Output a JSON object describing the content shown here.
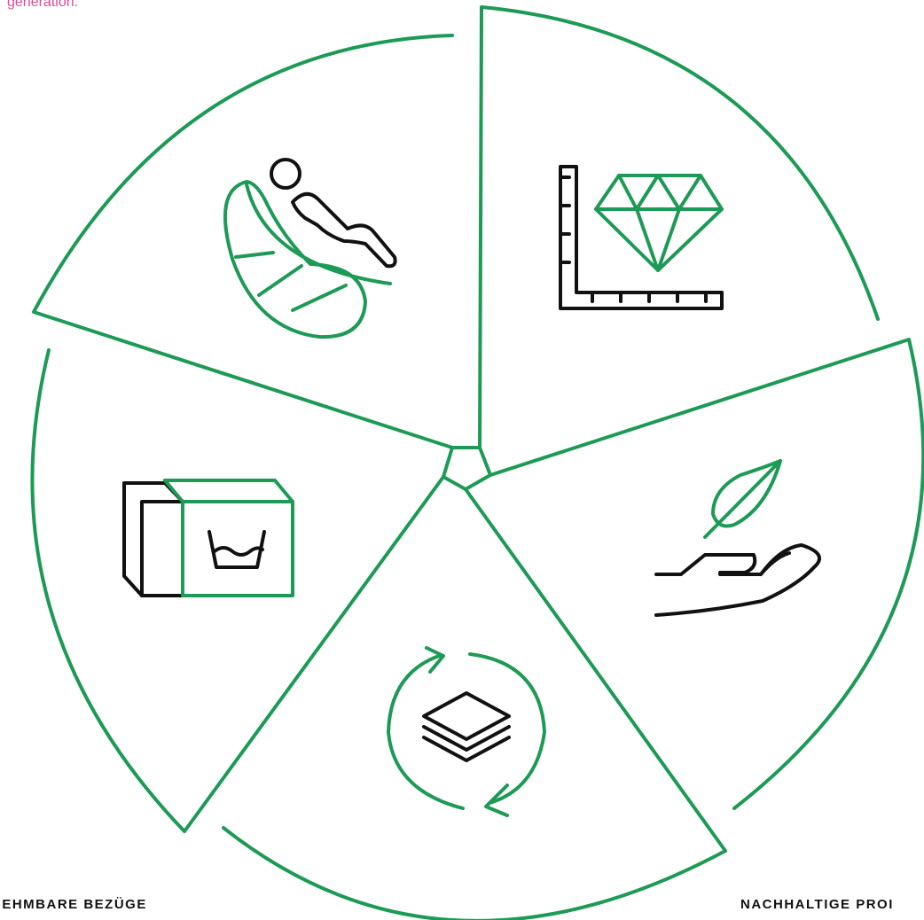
{
  "header": {
    "fragment_text": "generation."
  },
  "labels": {
    "bottom_left": "NEHMBARE BEZÜGE",
    "bottom_right": "NACHHALTIGE PROI"
  },
  "colors": {
    "accent_green": "#1d9a55",
    "icon_black": "#111111",
    "text_pink": "#e0489a"
  },
  "icons": [
    "relaxing-person-icon",
    "diamond-chart-icon",
    "hand-leaf-icon",
    "recycle-layers-icon",
    "washable-box-icon"
  ]
}
